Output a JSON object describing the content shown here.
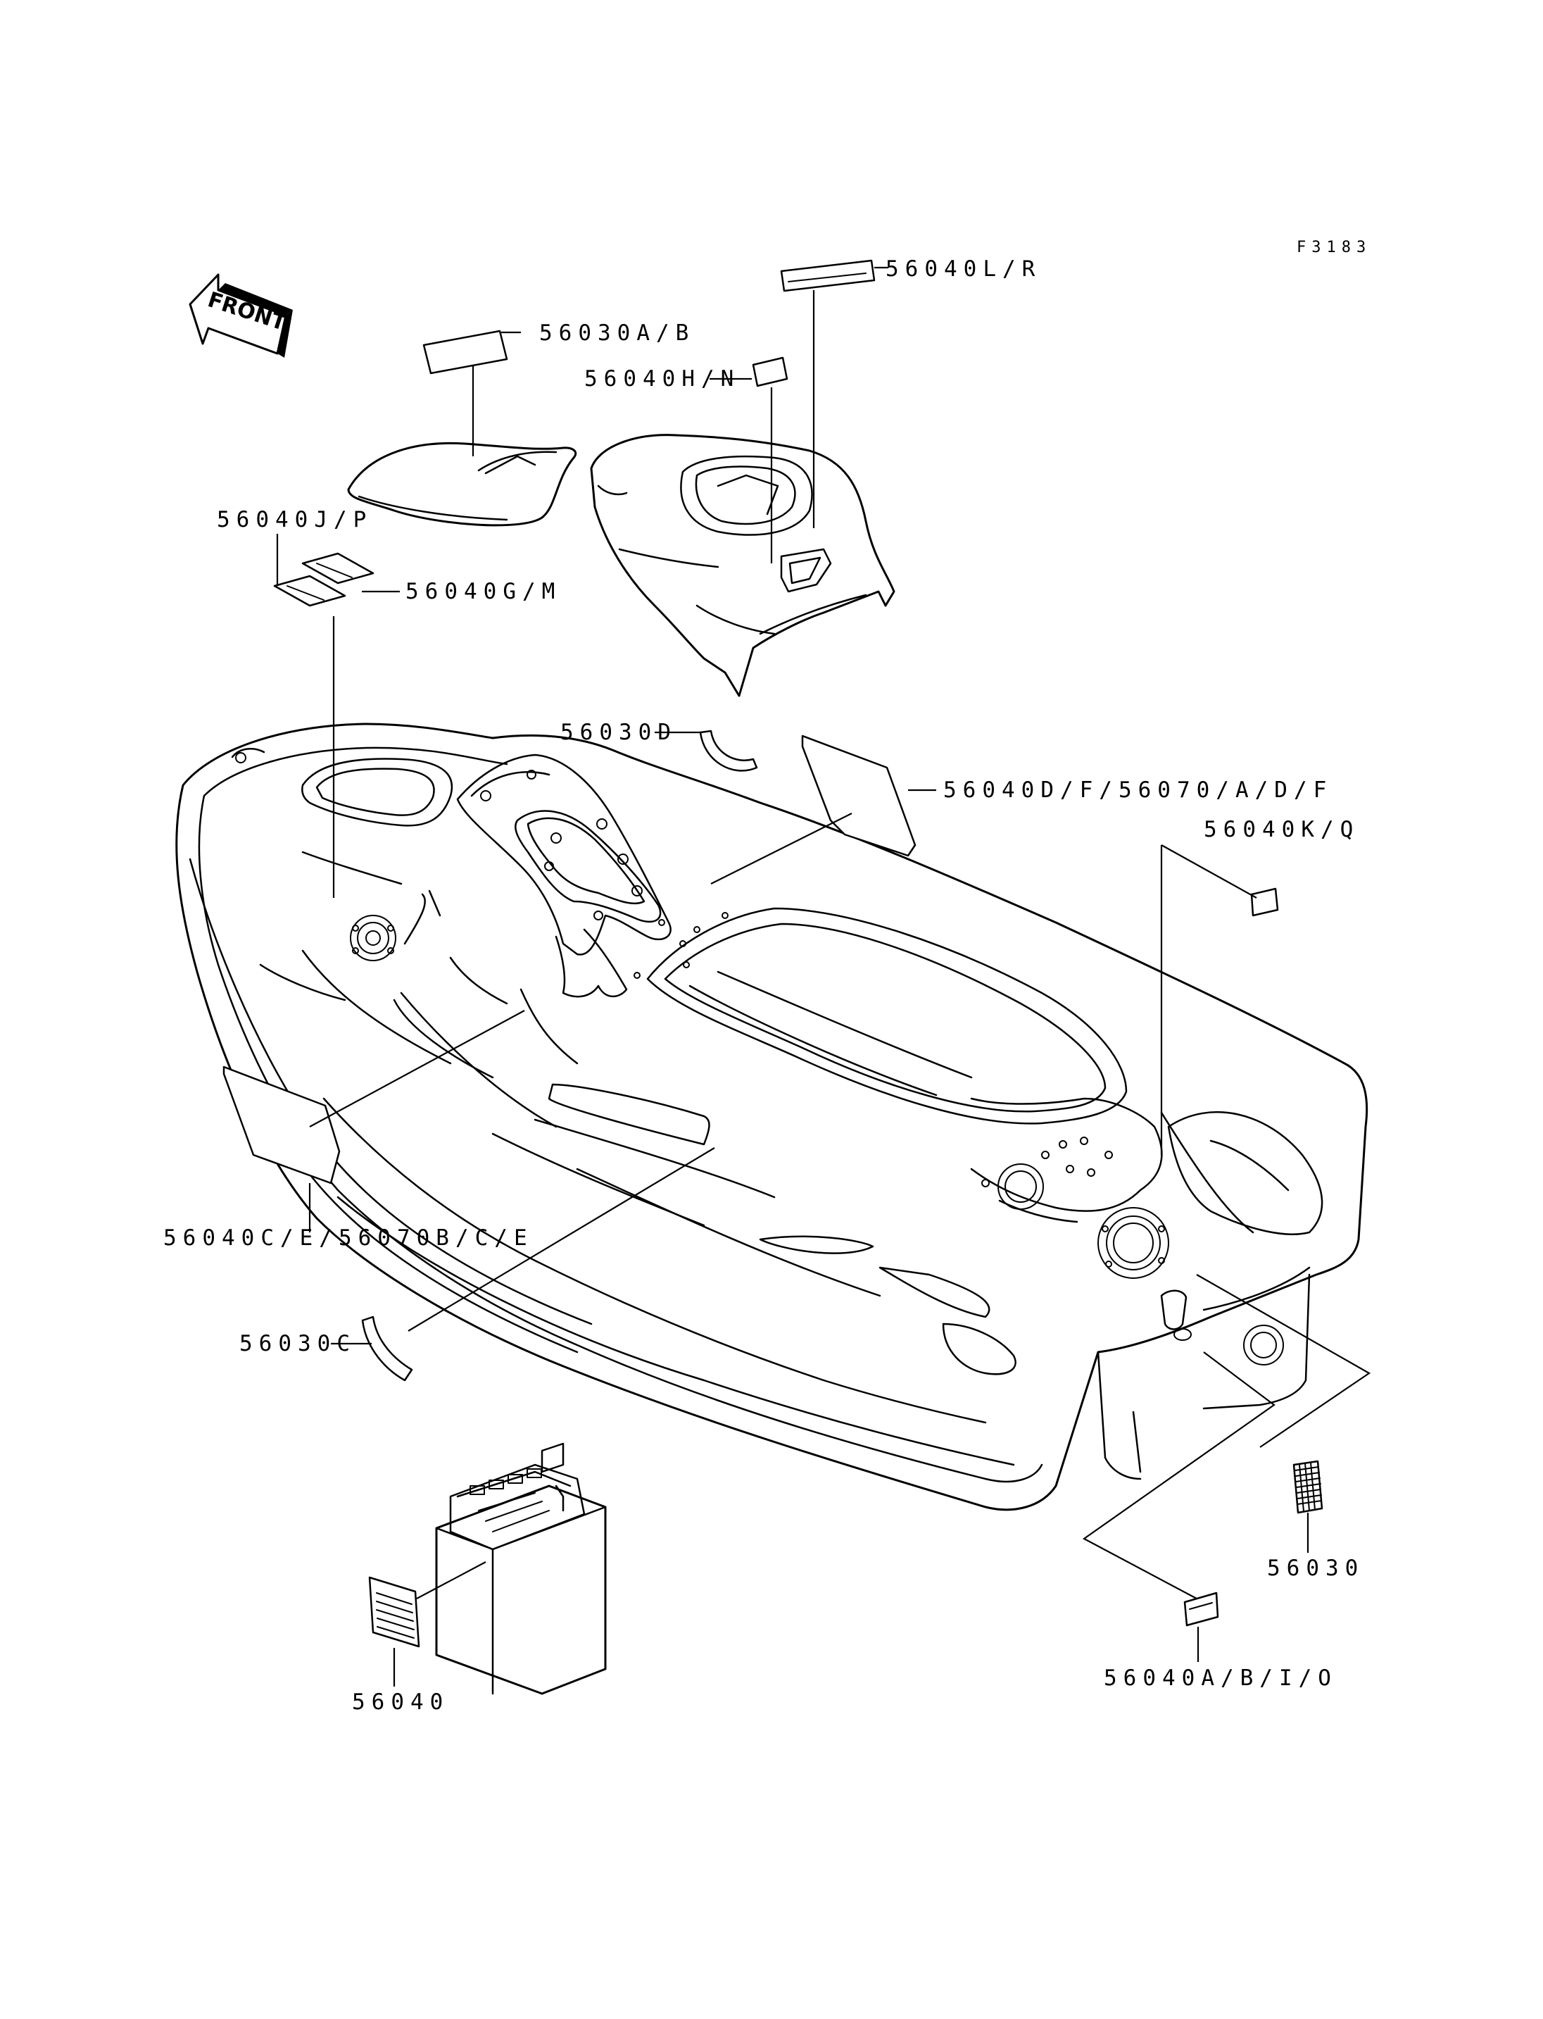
{
  "figure_code": "F3183",
  "front_label": "FRONT",
  "callouts": {
    "c56030AB": "56030A/B",
    "c56040LR": "56040L/R",
    "c56040HN": "56040H/N",
    "c56040JP": "56040J/P",
    "c56040GM": "56040G/M",
    "c56030D": "56030D",
    "c56040DF": "56040D/F/56070/A/D/F",
    "c56040KQ": "56040K/Q",
    "c56040CE": "56040C/E/56070B/C/E",
    "c56030C": "56030C",
    "c56030": "56030",
    "c56040": "56040",
    "c56040ABIO": "56040A/B/I/O"
  }
}
